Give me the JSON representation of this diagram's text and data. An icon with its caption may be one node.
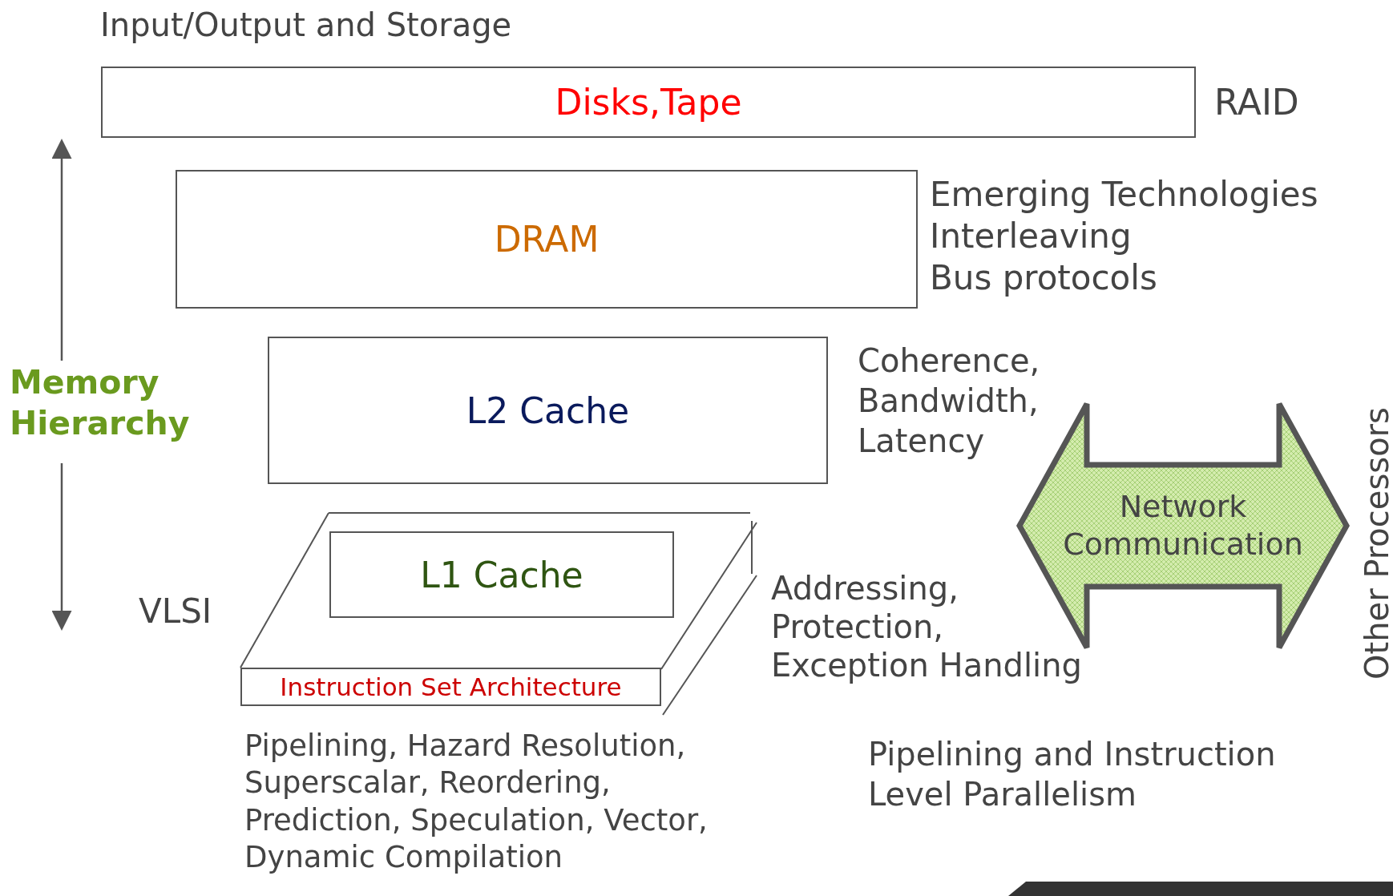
{
  "diagram": {
    "title": "Input/Output and Storage",
    "nodes": [
      {
        "text": [
          "Disks,Tape"
        ],
        "beside": [
          "RAID"
        ]
      },
      {
        "text": [
          "DRAM"
        ],
        "beside": [
          "Emerging Technologies",
          "Interleaving",
          "Bus protocols"
        ]
      },
      {
        "text": [
          "L2 Cache"
        ]
      },
      {
        "text": [],
        "shape": "box",
        "beside": [
          "VLSI",
          "Addressing, Protection, Exception Handling"
        ]
      },
      {
        "text": [
          "L1 Cache"
        ],
        "in": 3
      },
      {
        "text": [
          "Instruction Set Architecture"
        ],
        "in": 3
      },
      {
        "text": [
          "Network Communication"
        ]
      }
    ],
    "labels": [
      "Coherence, Bandwidth, Latency",
      "Memory Hierarchy",
      "Pipelining, Hazard Resolution, Superscalar, Reordering, Prediction, Speculation, Vector, Dynamic Compilation",
      "Pipelining and Instruction Level Parallelism",
      "Other Processors"
    ]
  }
}
